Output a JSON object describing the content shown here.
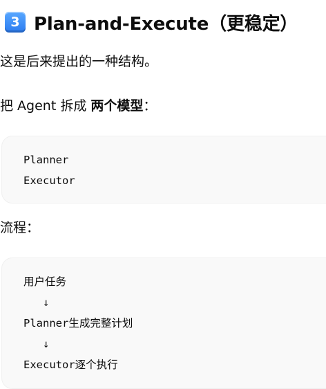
{
  "heading": {
    "badge": "3",
    "title": "Plan-and-Execute（更稳定）"
  },
  "intro_text": "这是后来提出的一种结构。",
  "split_text": {
    "prefix": "把 Agent 拆成 ",
    "bold": "两个模型",
    "suffix": "："
  },
  "code_block_1": {
    "lines": [
      "Planner",
      "Executor"
    ]
  },
  "flow_label": "流程：",
  "code_block_2": {
    "lines": [
      "用户任务",
      "   ↓",
      "Planner生成完整计划",
      "   ↓",
      "Executor逐个执行"
    ]
  }
}
